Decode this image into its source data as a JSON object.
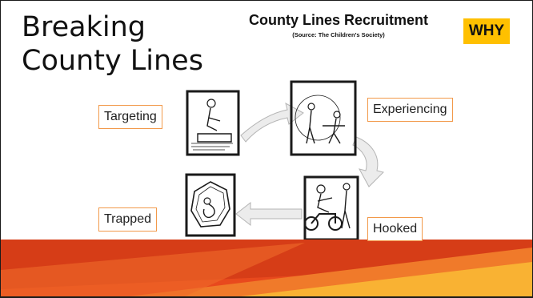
{
  "title": {
    "line1": "Breaking",
    "line2": "County Lines"
  },
  "heading": {
    "main": "County Lines Recruitment",
    "source": "(Source: The Children’s Society)"
  },
  "badge": {
    "text": "WHY",
    "color": "#ffc000"
  },
  "stages": [
    {
      "label": "Targeting"
    },
    {
      "label": "Experiencing"
    },
    {
      "label": "Hooked"
    },
    {
      "label": "Trapped"
    }
  ],
  "colors": {
    "accent_orange": "#f2994a",
    "footer_orange": "#e8491d",
    "footer_yellow": "#f9b233"
  }
}
